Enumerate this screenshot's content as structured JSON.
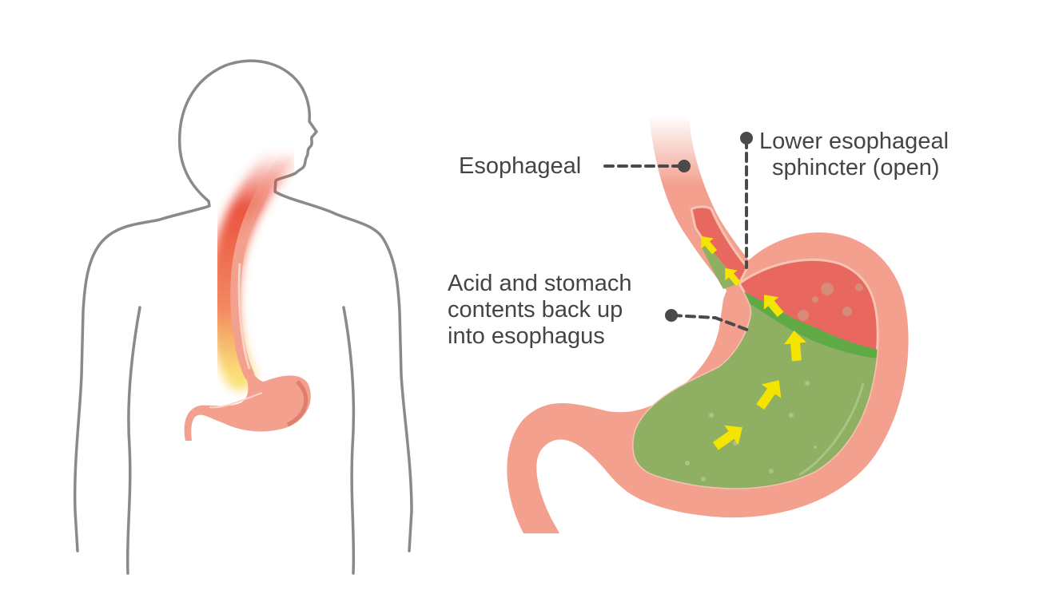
{
  "diagram": {
    "title": "Acid reflux (GERD) illustration",
    "left_panel": {
      "subject": "human-silhouette-with-esophagus-and-stomach",
      "highlight": "inflamed esophagus (heartburn)"
    },
    "right_panel": {
      "subject": "stomach-cross-section-with-reflux"
    },
    "labels": {
      "esophageal": {
        "lines": [
          "Esophageal"
        ]
      },
      "lower_esophageal_sphincter": {
        "lines": [
          "Lower esophageal",
          "sphincter (open)"
        ]
      },
      "acid_backup": {
        "lines": [
          "Acid and stomach",
          "contents back up",
          "into esophagus"
        ]
      }
    },
    "colors": {
      "outline": "#8a8a8a",
      "label_text": "#444444",
      "leader_line": "#4a4a4a",
      "stomach_wall": "#f3a08e",
      "stomach_inner": "#e8685f",
      "acid": "#8fb063",
      "acid_top": "#5faa45",
      "arrow": "#f5e400",
      "inflammation": "#e8402a"
    }
  }
}
